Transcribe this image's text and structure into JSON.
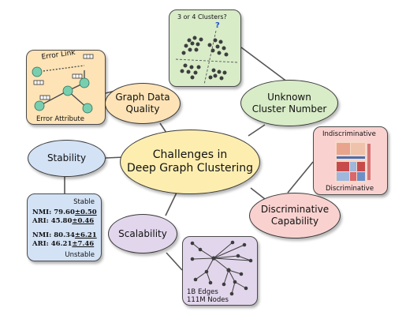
{
  "center": {
    "label": "Challenges in\nDeep Graph Clustering"
  },
  "challenges": {
    "graph_data_quality": "Graph Data\nQuality",
    "unknown_cluster_number": "Unknown\nCluster Number",
    "stability": "Stability",
    "discriminative_capability": "Discriminative\nCapability",
    "scalability": "Scalability"
  },
  "graph_quality_panel": {
    "error_link": "Error Link",
    "error_attribute": "Error Attribute"
  },
  "cluster_panel": {
    "question": "3 or 4 Clusters?",
    "mark": "?"
  },
  "stability_panel": {
    "stable": "Stable",
    "nmi_label_1": "NMI:",
    "nmi_mean_1": "79.60",
    "nmi_std_1": "±0.50",
    "ari_label_1": "ARI:",
    "ari_mean_1": "45.80",
    "ari_std_1": "±0.46",
    "nmi_label_2": "NMI:",
    "nmi_mean_2": "80.34",
    "nmi_std_2": "±6.21",
    "ari_label_2": "ARI:",
    "ari_mean_2": "46.21",
    "ari_std_2": "±7.46",
    "unstable": "Unstable"
  },
  "discriminative_panel": {
    "top": "Indiscriminative",
    "bottom": "Discriminative"
  },
  "scalability_panel": {
    "edges": "1B Edges",
    "nodes": "111M Nodes"
  },
  "colors": {
    "center_fill": "#fdeeb0",
    "graph_quality_fill": "#fde3b6",
    "cluster_fill": "#d8ecc8",
    "stability_fill": "#d3e2f5",
    "discriminative_fill": "#f9d2d0",
    "scalability_fill": "#e2d6ec",
    "graph_node": "#78cfb0",
    "cluster_question": "#1f4fd0"
  }
}
